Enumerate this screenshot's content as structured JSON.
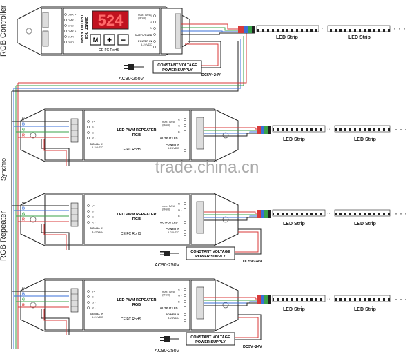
{
  "side_labels": {
    "controller": "RGB Controller",
    "sync": "Synchro",
    "repeater": "RGB Repeater"
  },
  "controller": {
    "display": "524",
    "title_line1": "LED DMX & PWM",
    "title_line2": "DIMMER  RGB",
    "mode_key": "M",
    "plus_key": "+",
    "minus_key": "−",
    "cert": "CE FC RoHS",
    "left_pins": [
      "DMX +",
      "DMX -",
      "GND",
      "DMX +",
      "DMX -",
      "GND"
    ],
    "out_pins": [
      "R",
      "G",
      "B"
    ],
    "out_rating": "max. 5A/A\n(RGB)",
    "output_label": "OUTPUT LED",
    "power_label": "POWER IN",
    "power_range": "5-24VDC"
  },
  "repeater": {
    "title_line1": "LED PWM REPEATER",
    "title_line2": "RGB",
    "cert": "CE FC RoHS",
    "in_pins": [
      "V+",
      "B -",
      "G -",
      "R -"
    ],
    "signal_label": "SIGNAL IN",
    "signal_range": "5-24VDC",
    "out_pins": [
      "R -",
      "G -",
      "B -"
    ],
    "out_rating": "max. 5A/A\n(RGB)",
    "output_label": "OUTPUT LED",
    "power_label": "POWER IN",
    "power_range": "5-24VDC"
  },
  "wire_labels": [
    "V",
    "B",
    "G",
    "R"
  ],
  "strip_label": "LED Strip",
  "psu": {
    "line1": "CONSTANT VOLTAGE",
    "line2": "POWER SUPPLY",
    "ac": "AC90-250V",
    "dc": "DC5V~24V"
  },
  "watermark": "trade.china.cn",
  "colors": {
    "wire_v": "#222222",
    "wire_b": "#3a6fd8",
    "wire_g": "#3aa34a",
    "wire_r": "#d83a3a",
    "display_bg": "#c1121f",
    "watermark": "#9a9a9a"
  }
}
